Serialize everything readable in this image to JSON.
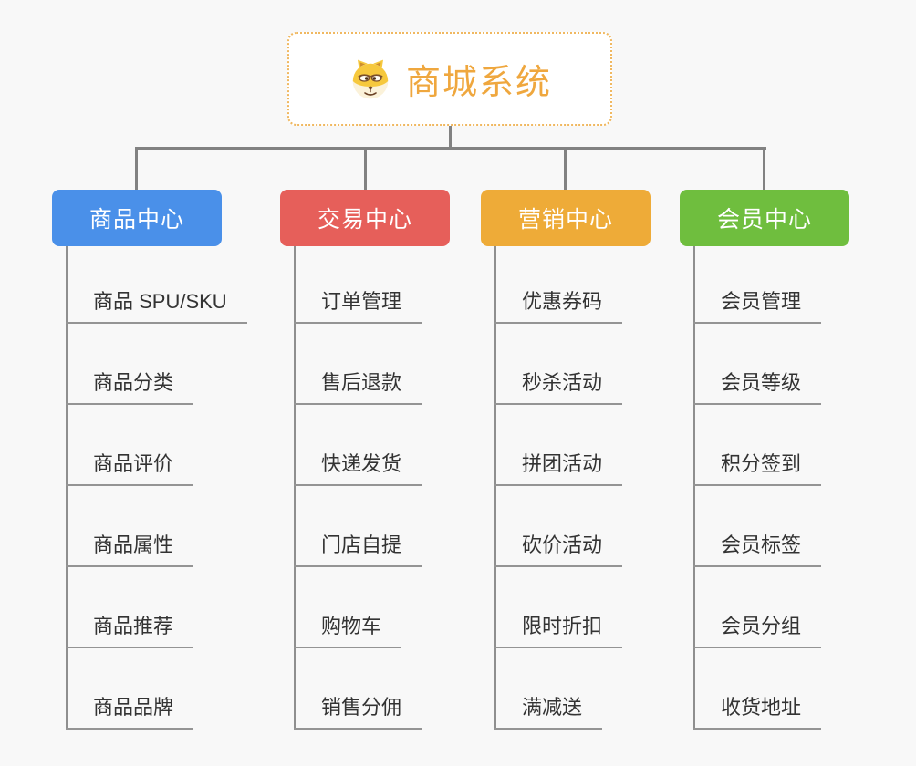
{
  "root": {
    "label": "商城系统",
    "icon": "doge-face-icon",
    "accent_color": "#efa73e",
    "border_color": "#f0b860"
  },
  "connector_color": "#828282",
  "branches": [
    {
      "label": "商品中心",
      "color": "#4a90e9",
      "children": [
        "商品 SPU/SKU",
        "商品分类",
        "商品评价",
        "商品属性",
        "商品推荐",
        "商品品牌"
      ]
    },
    {
      "label": "交易中心",
      "color": "#e65f5a",
      "children": [
        "订单管理",
        "售后退款",
        "快递发货",
        "门店自提",
        "购物车",
        "销售分佣"
      ]
    },
    {
      "label": "营销中心",
      "color": "#eeab38",
      "children": [
        "优惠券码",
        "秒杀活动",
        "拼团活动",
        "砍价活动",
        "限时折扣",
        "满减送"
      ]
    },
    {
      "label": "会员中心",
      "color": "#6fbe3e",
      "children": [
        "会员管理",
        "会员等级",
        "积分签到",
        "会员标签",
        "会员分组",
        "收货地址"
      ]
    }
  ]
}
